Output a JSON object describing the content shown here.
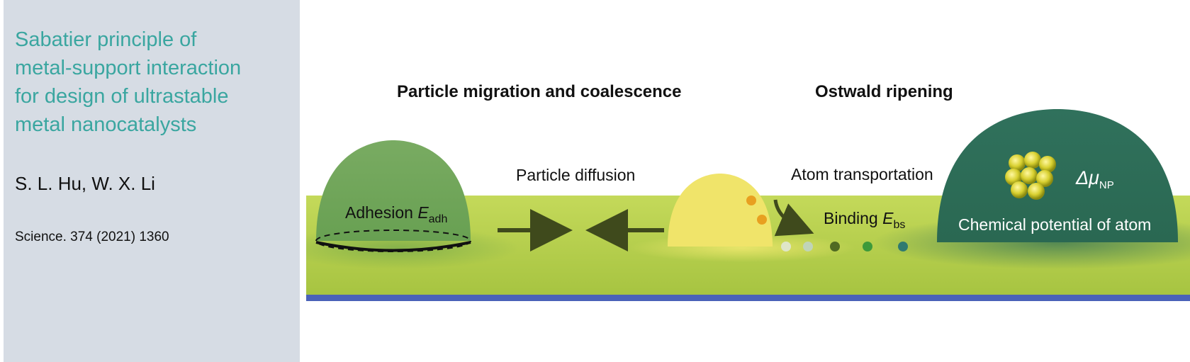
{
  "slide": {
    "title": "Sabatier principle of\nmetal-support interaction\nfor design of ultrastable\nmetal nanocatalysts",
    "authors": "S. L. Hu, W. X. Li",
    "citation": "Science. 374 (2021) 1360"
  },
  "diagram": {
    "heading_pmc": "Particle migration and coalescence",
    "heading_or": "Ostwald ripening",
    "particle_diffusion": "Particle diffusion",
    "adhesion_label": "Adhesion ",
    "adhesion_symbol": "E",
    "adhesion_sub": "adh",
    "atom_transport": "Atom transportation",
    "binding_label": "Binding ",
    "binding_symbol": "E",
    "binding_sub": "bs",
    "delta_mu": "Δμ",
    "delta_mu_sub": "NP",
    "chem_potential": "Chemical potential of atom",
    "colors": {
      "support": "#b5cf4a",
      "base_strip": "#4a62b8",
      "left_particle": "#6fa35c",
      "middle_particle": "#f0e46a",
      "right_particle": "#2e6f5a",
      "arrow": "#3f4a1c",
      "title_teal": "#3aa6a0"
    }
  }
}
